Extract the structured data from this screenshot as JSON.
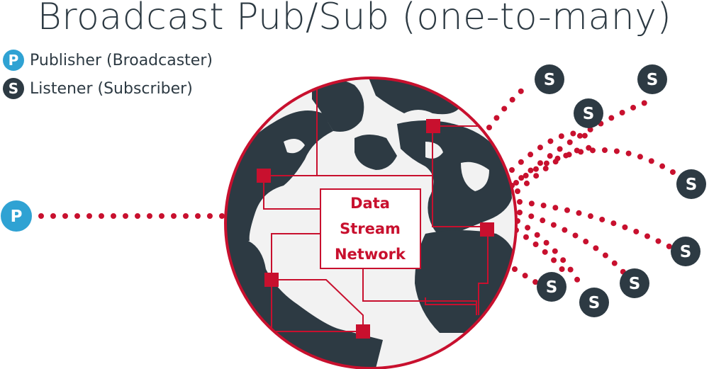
{
  "title": "Broadcast Pub/Sub (one-to-many)",
  "legend": {
    "publisher": {
      "letter": "P",
      "label": "Publisher (Broadcaster)",
      "color": "#2fa2d3"
    },
    "listener": {
      "letter": "S",
      "label": "Listener (Subscriber)",
      "color": "#2d3a43"
    }
  },
  "network_label": [
    "Data",
    "Stream",
    "Network"
  ],
  "publisher_node": {
    "letter": "P"
  },
  "subscriber_letter": "S",
  "colors": {
    "accent": "#c8102e",
    "dark": "#2d3a43",
    "land": "#f2f2f2",
    "publisher": "#2fa2d3"
  }
}
